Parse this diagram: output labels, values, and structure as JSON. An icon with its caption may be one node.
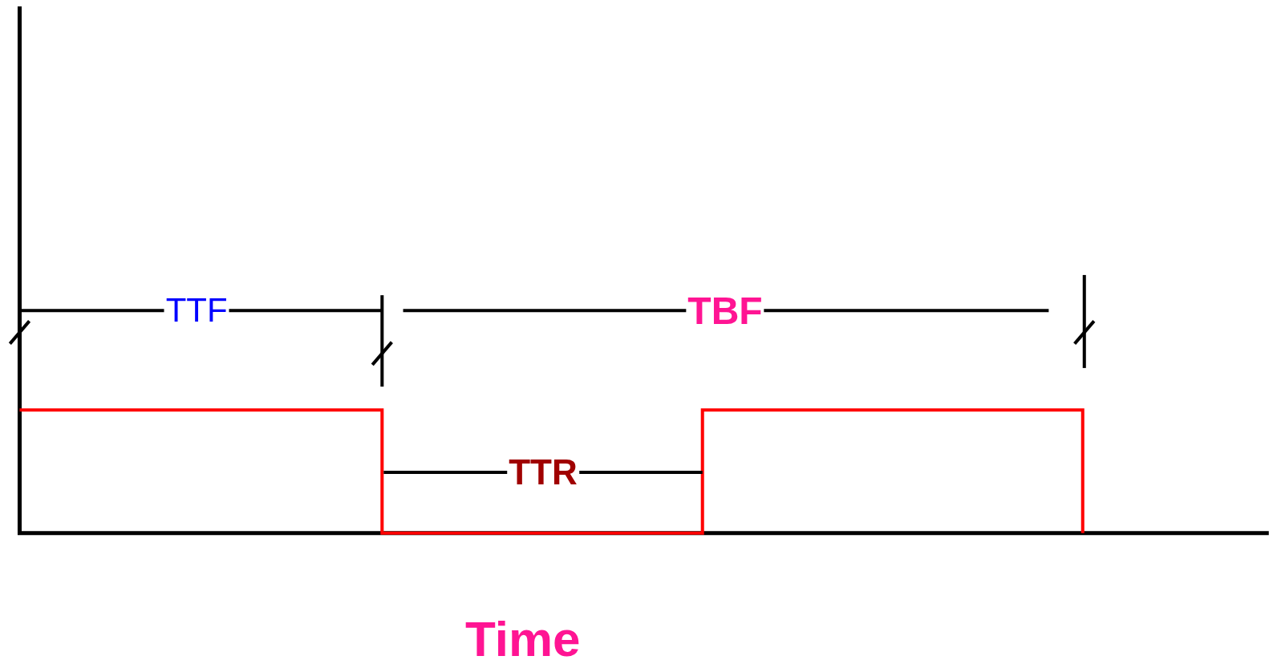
{
  "diagram": {
    "labels": [
      "TTF",
      "TBF",
      "TTR",
      "Time"
    ]
  }
}
